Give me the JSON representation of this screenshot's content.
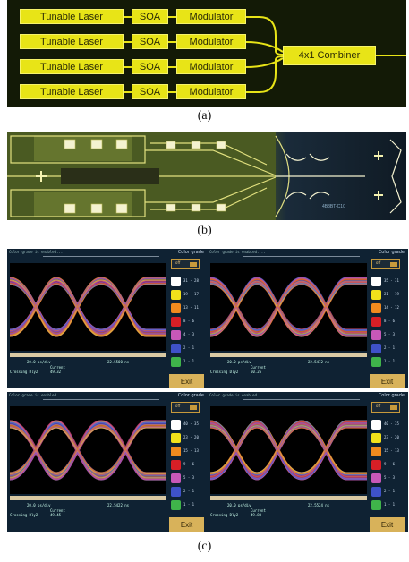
{
  "panel_a": {
    "lasers": [
      "Tunable Laser",
      "Tunable Laser",
      "Tunable Laser",
      "Tunable Laser"
    ],
    "soas": [
      "SOA",
      "SOA",
      "SOA",
      "SOA"
    ],
    "modulators": [
      "Modulator",
      "Modulator",
      "Modulator",
      "Modulator"
    ],
    "combiner": "4x1 Combiner",
    "caption": "(a)"
  },
  "panel_b": {
    "caption": "(b)"
  },
  "panel_c": {
    "caption": "(c)",
    "scopes": [
      {
        "header": "Color grade is enabled....",
        "grade_title": "Color grade",
        "ctrl": "off",
        "scale": "20.0 ps/div",
        "pos": "22.5500 ns",
        "current": "Current",
        "meas_label": "Crossing Dly2",
        "meas_value": "49.32",
        "levels": [
          "31 - 28",
          "19 - 17",
          "13 - 11",
          "8 - 6",
          "4 - 3",
          "2 - 1",
          "1 - 1"
        ],
        "exit": "Exit"
      },
      {
        "header": "Color grade is enabled....",
        "grade_title": "Color grade",
        "ctrl": "off",
        "scale": "20.0 ps/div",
        "pos": "22.5472 ns",
        "current": "Current",
        "meas_label": "Crossing Dly2",
        "meas_value": "50.26",
        "levels": [
          "35 - 31",
          "21 - 19",
          "14 - 12",
          "8 - 6",
          "5 - 3",
          "2 - 1",
          "1 - 1"
        ],
        "exit": "Exit"
      },
      {
        "header": "Color grade is enabled....",
        "grade_title": "Color grade",
        "ctrl": "off",
        "scale": "20.0 ps/div",
        "pos": "22.5422 ns",
        "current": "Current",
        "meas_label": "Crossing Dly2",
        "meas_value": "49.45",
        "levels": [
          "40 - 35",
          "23 - 20",
          "15 - 13",
          "9 - 6",
          "5 - 3",
          "2 - 1",
          "1 - 1"
        ],
        "exit": "Exit"
      },
      {
        "header": "Color grade is enabled....",
        "grade_title": "Color grade",
        "ctrl": "off",
        "scale": "20.0 ps/div",
        "pos": "22.5524 ns",
        "current": "Current",
        "meas_label": "Crossing Dly2",
        "meas_value": "49.80",
        "levels": [
          "40 - 35",
          "23 - 20",
          "15 - 13",
          "9 - 6",
          "5 - 3",
          "2 - 1",
          "1 - 1"
        ],
        "exit": "Exit"
      }
    ],
    "grade_colors": [
      "#ffffff",
      "#f2e11b",
      "#f08a1e",
      "#d81f26",
      "#c758b8",
      "#3f52c9",
      "#3fb44a"
    ]
  },
  "colors": {
    "diagram_bg": "#131a06",
    "block_fill": "#e8e417",
    "scope_bg": "#0f2233",
    "exit_button": "#d8b25a"
  }
}
